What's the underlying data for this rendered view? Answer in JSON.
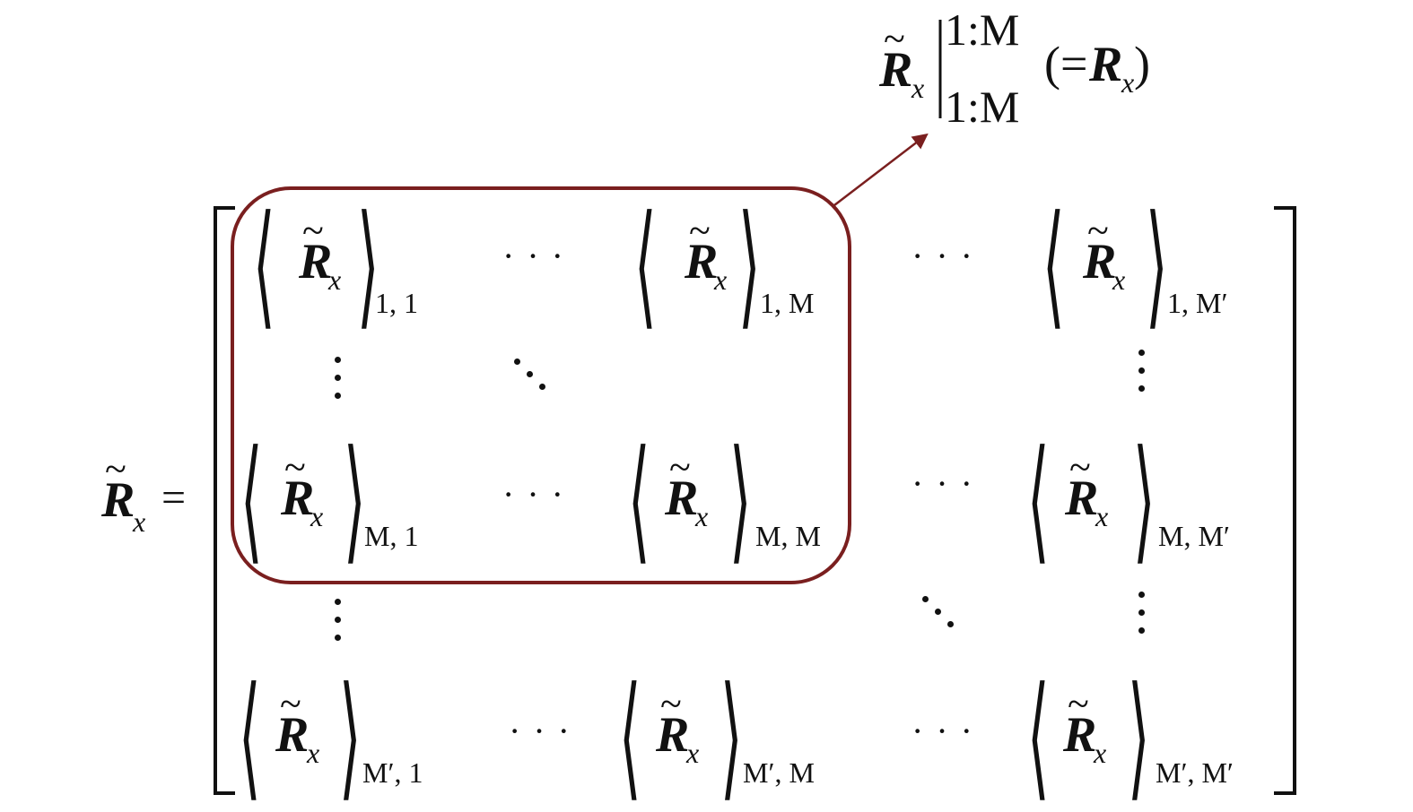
{
  "symbol": {
    "base": "R",
    "tilde": "~",
    "subscript": "x"
  },
  "lhs": {
    "equals": "="
  },
  "delimiters": {
    "left": "⟨",
    "right": "⟩"
  },
  "ellipsis": {
    "horizontal": "· · ·"
  },
  "entries": [
    {
      "row": "1",
      "col": "1",
      "index": "1, 1"
    },
    {
      "row": "1",
      "col": "M",
      "index": "1, M"
    },
    {
      "row": "1",
      "col": "M'",
      "index": "1, M′"
    },
    {
      "row": "M",
      "col": "1",
      "index": "M, 1"
    },
    {
      "row": "M",
      "col": "M",
      "index": "M, M"
    },
    {
      "row": "M",
      "col": "M'",
      "index": "M, M′"
    },
    {
      "row": "M'",
      "col": "1",
      "index": "M′, 1"
    },
    {
      "row": "M'",
      "col": "M",
      "index": "M′, M"
    },
    {
      "row": "M'",
      "col": "M'",
      "index": "M′, M′"
    }
  ],
  "submatrix": {
    "row_range": "1:M",
    "col_range": "1:M",
    "equivalent": {
      "open": "(=",
      "base": "R",
      "subscript": "x",
      "close": ")"
    }
  },
  "colors": {
    "highlight_box": "#7a1f1f",
    "ink": "#111111"
  }
}
